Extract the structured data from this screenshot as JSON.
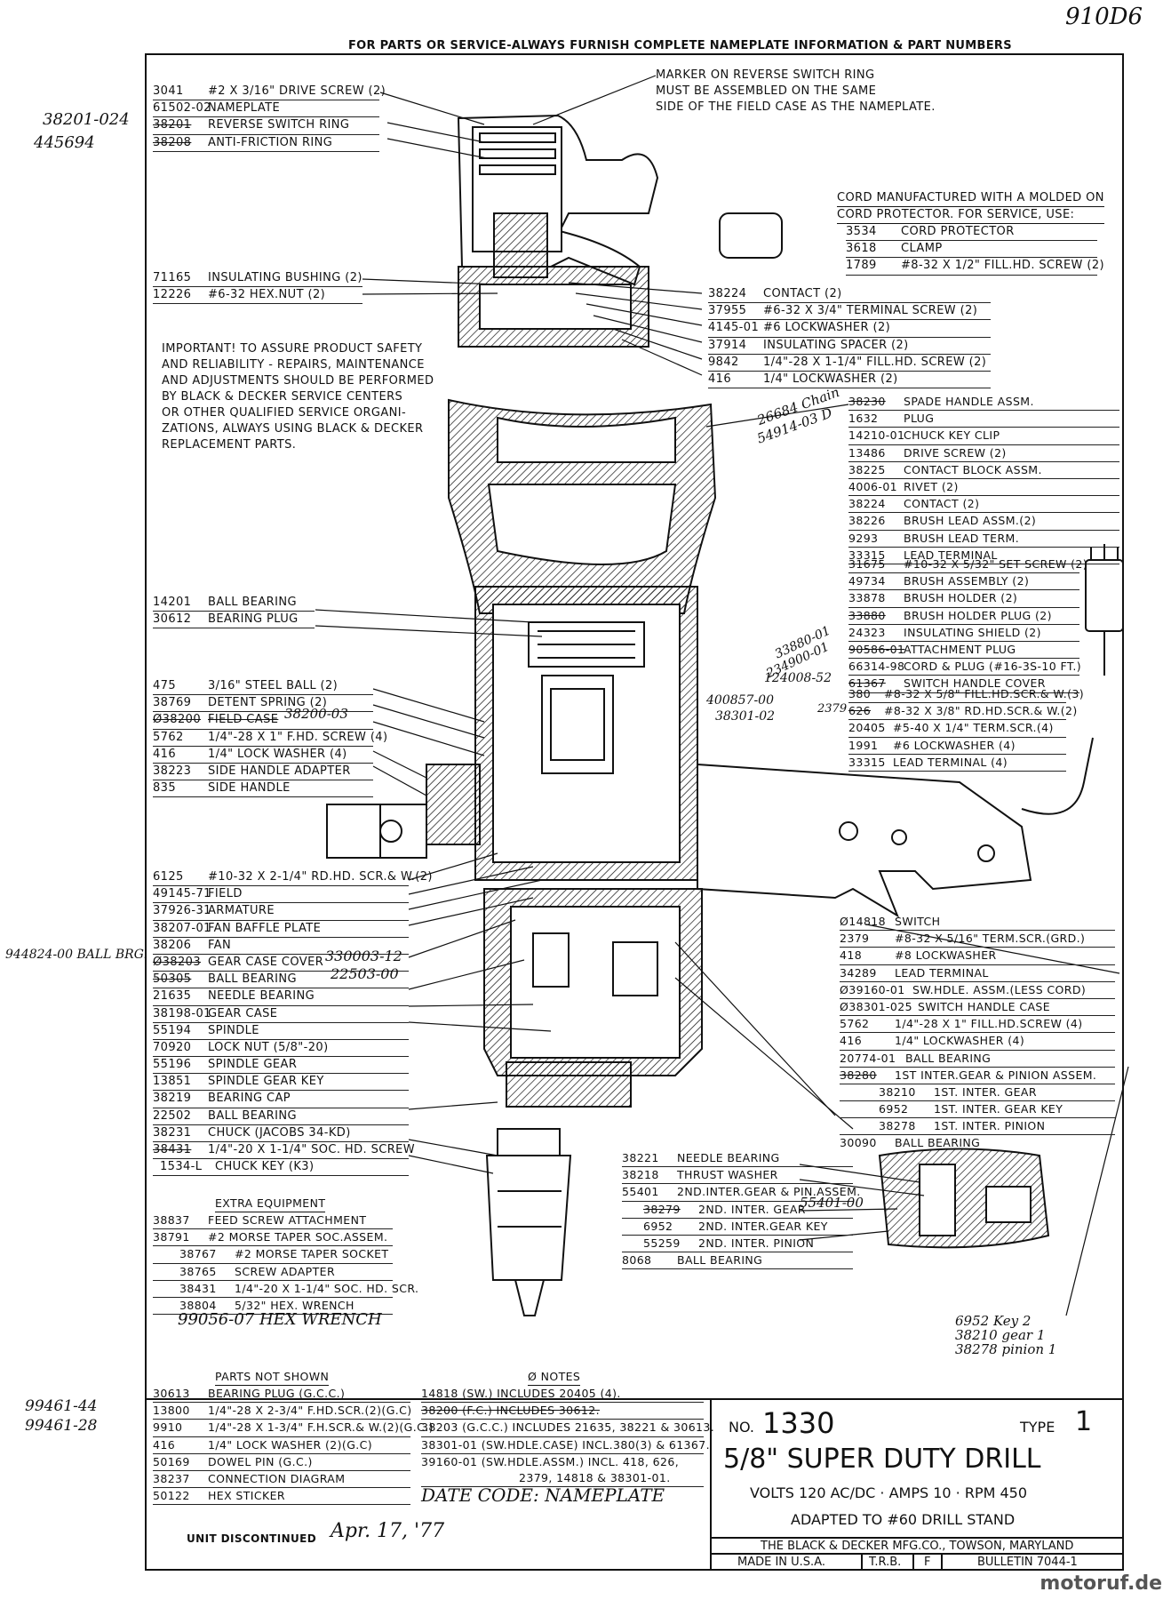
{
  "header": "FOR PARTS OR SERVICE-ALWAYS FURNISH COMPLETE NAMEPLATE INFORMATION & PART NUMBERS",
  "corner_mark": "910D6",
  "top_note": [
    "MARKER ON REVERSE SWITCH RING",
    "MUST BE ASSEMBLED ON THE SAME",
    "SIDE OF THE FIELD CASE AS THE NAMEPLATE."
  ],
  "top_left_parts": [
    {
      "num": "3041",
      "desc": "#2 X 3/16\" DRIVE SCREW (2)",
      "strike": false
    },
    {
      "num": "61502-02",
      "desc": "NAMEPLATE",
      "strike": true
    },
    {
      "num": "38201",
      "desc": "REVERSE SWITCH RING",
      "strike": true
    },
    {
      "num": "38208",
      "desc": "ANTI-FRICTION RING",
      "strike": true
    }
  ],
  "hand_notes": {
    "n1": "38201-024",
    "n2": "445694",
    "n3": "944824-00 BALL BRG.",
    "n4": "99461-44",
    "n5": "99461-28",
    "n6": "99056-07 HEX WRENCH",
    "date_code": "DATE CODE: NAMEPLATE",
    "discontinued": "Apr. 17, '77",
    "chain": "26684 Chain",
    "chain2": "54914-03 D",
    "n7": "33880-01",
    "n8": "234900-01",
    "n9": "124008-52",
    "n10": "400857-00",
    "n11": "38301-02",
    "n12": "2379",
    "gc": "330003-12",
    "ball": "22503-00",
    "fc": "38200-03",
    "g2": "55401-00",
    "key": [
      "6952  Key 2",
      "38210 gear 1",
      "38278 pinion 1"
    ]
  },
  "cord_note": {
    "title1": "CORD MANUFACTURED WITH A MOLDED ON",
    "title2": "CORD PROTECTOR. FOR SERVICE, USE:",
    "items": [
      {
        "num": "3534",
        "desc": "CORD PROTECTOR"
      },
      {
        "num": "3618",
        "desc": "CLAMP"
      },
      {
        "num": "1789",
        "desc": "#8-32 X 1/2\" FILL.HD. SCREW (2)"
      }
    ]
  },
  "bushing_parts": [
    {
      "num": "71165",
      "desc": "INSULATING BUSHING (2)"
    },
    {
      "num": "12226",
      "desc": "#6-32 HEX.NUT (2)"
    }
  ],
  "contact_parts": [
    {
      "num": "38224",
      "desc": "CONTACT (2)"
    },
    {
      "num": "37955",
      "desc": "#6-32 X 3/4\" TERMINAL SCREW (2)"
    },
    {
      "num": "4145-01",
      "desc": "#6 LOCKWASHER (2)"
    },
    {
      "num": "37914",
      "desc": "INSULATING SPACER (2)"
    },
    {
      "num": "9842",
      "desc": "1/4\"-28 X 1-1/4\" FILL.HD. SCREW (2)"
    },
    {
      "num": "416",
      "desc": "1/4\" LOCKWASHER (2)"
    }
  ],
  "important": [
    "IMPORTANT! TO ASSURE PRODUCT SAFETY",
    "AND RELIABILITY - REPAIRS, MAINTENANCE",
    "AND ADJUSTMENTS SHOULD BE PERFORMED",
    "BY BLACK & DECKER SERVICE CENTERS",
    "OR OTHER QUALIFIED SERVICE ORGANI-",
    "ZATIONS, ALWAYS USING BLACK & DECKER",
    "REPLACEMENT PARTS."
  ],
  "right_parts": [
    {
      "num": "38230",
      "desc": "SPADE HANDLE ASSM.",
      "strike": true
    },
    {
      "num": "1632",
      "desc": "PLUG",
      "strike": false
    },
    {
      "num": "14210-01",
      "desc": "CHUCK KEY CLIP",
      "strike": true
    },
    {
      "num": "13486",
      "desc": "DRIVE SCREW (2)",
      "strike": true
    },
    {
      "num": "38225",
      "desc": "CONTACT BLOCK ASSM.",
      "strike": false
    },
    {
      "num": "4006-01",
      "desc": "RIVET (2)",
      "strike": false
    },
    {
      "num": "38224",
      "desc": "CONTACT (2)",
      "strike": false
    },
    {
      "num": "38226",
      "desc": "BRUSH LEAD ASSM.(2)",
      "strike": false
    },
    {
      "num": "9293",
      "desc": "BRUSH LEAD TERM.",
      "strike": false
    },
    {
      "num": "33315",
      "desc": "LEAD TERMINAL",
      "strike": false
    },
    {
      "num": "31675",
      "desc": "#10-32 X 5/32\" SET SCREW (2)",
      "strike": false
    },
    {
      "num": "49734",
      "desc": "BRUSH ASSEMBLY (2)",
      "strike": false
    },
    {
      "num": "33878",
      "desc": "BRUSH HOLDER (2)",
      "strike": false
    },
    {
      "num": "33880",
      "desc": "BRUSH HOLDER PLUG (2)",
      "strike": true
    },
    {
      "num": "24323",
      "desc": "INSULATING SHIELD (2)",
      "strike": false
    },
    {
      "num": "90586-01",
      "desc": "ATTACHMENT PLUG",
      "strike": true
    },
    {
      "num": "66314-98",
      "desc": "CORD & PLUG (#16-3S-10 FT.)",
      "strike": false
    },
    {
      "num": "61367",
      "desc": "SWITCH HANDLE COVER",
      "strike": true
    },
    {
      "num": "380",
      "desc": "#8-32 X 5/8\" FILL.HD.SCR.& W.(3)",
      "strike": false
    },
    {
      "num": "626",
      "desc": "#8-32 X 3/8\" RD.HD.SCR.& W.(2)",
      "strike": true
    },
    {
      "num": "20405",
      "desc": "#5-40 X 1/4\" TERM.SCR.(4)",
      "strike": false
    },
    {
      "num": "1991",
      "desc": "#6 LOCKWASHER (4)",
      "strike": false
    },
    {
      "num": "33315",
      "desc": "LEAD TERMINAL (4)",
      "strike": false
    }
  ],
  "left_mid_parts": [
    {
      "num": "14201",
      "desc": "BALL BEARING",
      "strike": false
    },
    {
      "num": "30612",
      "desc": "BEARING PLUG",
      "strike": false
    }
  ],
  "left_parts": [
    {
      "num": "475",
      "desc": "3/16\" STEEL BALL (2)",
      "strike": false
    },
    {
      "num": "38769",
      "desc": "DETENT SPRING (2)",
      "strike": false
    },
    {
      "num": "Ø38200",
      "desc": "FIELD CASE",
      "strike": true
    },
    {
      "num": "5762",
      "desc": "1/4\"-28 X 1\" F.HD. SCREW (4)",
      "strike": false
    },
    {
      "num": "416",
      "desc": "1/4\" LOCK WASHER (4)",
      "strike": false
    },
    {
      "num": "38223",
      "desc": "SIDE HANDLE ADAPTER",
      "strike": false
    },
    {
      "num": "835",
      "desc": "SIDE HANDLE",
      "strike": false
    }
  ],
  "lower_left_parts": [
    {
      "num": "6125",
      "desc": "#10-32 X 2-1/4\" RD.HD. SCR.& W.(2)",
      "strike": false
    },
    {
      "num": "49145-71",
      "desc": "FIELD",
      "strike": false
    },
    {
      "num": "37926-31",
      "desc": "ARMATURE",
      "strike": false
    },
    {
      "num": "38207-01",
      "desc": "FAN BAFFLE PLATE",
      "strike": false
    },
    {
      "num": "38206",
      "desc": "FAN",
      "strike": true
    },
    {
      "num": "Ø38203",
      "desc": "GEAR CASE COVER",
      "strike": true
    },
    {
      "num": "50305",
      "desc": "BALL BEARING",
      "strike": true
    },
    {
      "num": "21635",
      "desc": "NEEDLE BEARING",
      "strike": false
    },
    {
      "num": "38198-01",
      "desc": "GEAR CASE",
      "strike": false
    },
    {
      "num": "55194",
      "desc": "SPINDLE",
      "strike": true
    },
    {
      "num": "70920",
      "desc": "LOCK NUT (5/8\"-20)",
      "strike": false
    },
    {
      "num": "55196",
      "desc": "SPINDLE GEAR",
      "strike": false
    },
    {
      "num": "13851",
      "desc": "SPINDLE GEAR KEY",
      "strike": false
    },
    {
      "num": "38219",
      "desc": "BEARING CAP",
      "strike": false
    },
    {
      "num": "22502",
      "desc": "BALL BEARING",
      "strike": false
    },
    {
      "num": "38231",
      "desc": "CHUCK (JACOBS 34-KD)",
      "strike": true
    },
    {
      "num": "38431",
      "desc": "1/4\"-20 X 1-1/4\" SOC. HD. SCREW",
      "strike": true
    },
    {
      "num": "1534-L",
      "desc": "CHUCK KEY (K3)",
      "strike": false
    }
  ],
  "switch_parts": [
    {
      "num": "Ø14818",
      "desc": "SWITCH",
      "strike": false
    },
    {
      "num": "2379",
      "desc": "#8-32 X 5/16\" TERM.SCR.(GRD.)",
      "strike": false
    },
    {
      "num": "418",
      "desc": "#8 LOCKWASHER",
      "strike": false
    },
    {
      "num": "34289",
      "desc": "LEAD TERMINAL",
      "strike": false
    },
    {
      "num": "Ø39160-01",
      "desc": "SW.HDLE. ASSM.(LESS CORD)",
      "strike": false
    },
    {
      "num": "Ø38301-025",
      "desc": "SWITCH HANDLE CASE",
      "strike": false
    },
    {
      "num": "5762",
      "desc": "1/4\"-28 X 1\" FILL.HD.SCREW (4)",
      "strike": false
    },
    {
      "num": "416",
      "desc": "1/4\" LOCKWASHER (4)",
      "strike": false
    },
    {
      "num": "20774-01",
      "desc": "BALL BEARING",
      "strike": false
    },
    {
      "num": "38280",
      "desc": "1ST INTER.GEAR & PINION ASSEM.",
      "strike": true
    },
    {
      "num": "38210",
      "desc": "1ST. INTER. GEAR",
      "strike": false
    },
    {
      "num": "6952",
      "desc": "1ST. INTER. GEAR KEY",
      "strike": false
    },
    {
      "num": "38278",
      "desc": "1ST. INTER. PINION",
      "strike": false
    },
    {
      "num": "30090",
      "desc": "BALL BEARING",
      "strike": false
    }
  ],
  "inter_parts": [
    {
      "num": "38221",
      "desc": "NEEDLE BEARING",
      "strike": false
    },
    {
      "num": "38218",
      "desc": "THRUST WASHER",
      "strike": false
    },
    {
      "num": "55401",
      "desc": "2ND.INTER.GEAR & PIN.ASSEM.",
      "strike": false
    },
    {
      "num": "38279",
      "desc": "2ND. INTER. GEAR",
      "strike": true
    },
    {
      "num": "6952",
      "desc": "2ND. INTER.GEAR KEY",
      "strike": false
    },
    {
      "num": "55259",
      "desc": "2ND. INTER. PINION",
      "strike": false
    },
    {
      "num": "8068",
      "desc": "BALL BEARING",
      "strike": false
    }
  ],
  "extra_equipment": {
    "title": "EXTRA EQUIPMENT",
    "items": [
      {
        "num": "38837",
        "desc": "FEED SCREW ATTACHMENT",
        "strike": true
      },
      {
        "num": "38791",
        "desc": "#2 MORSE TAPER SOC.ASSEM.",
        "strike": true
      },
      {
        "num": "38767",
        "desc": "#2 MORSE TAPER SOCKET",
        "strike": true
      },
      {
        "num": "38765",
        "desc": "SCREW ADAPTER",
        "strike": true
      },
      {
        "num": "38431",
        "desc": "1/4\"-20 X 1-1/4\" SOC. HD. SCR.",
        "strike": false
      },
      {
        "num": "38804",
        "desc": "5/32\" HEX. WRENCH",
        "strike": true
      }
    ]
  },
  "parts_not_shown": {
    "title": "PARTS NOT SHOWN",
    "items": [
      {
        "num": "30613",
        "desc": "BEARING PLUG (G.C.C.)",
        "strike": false
      },
      {
        "num": "13800",
        "desc": "1/4\"-28 X 2-3/4\" F.HD.SCR.(2)(G.C)",
        "strike": true
      },
      {
        "num": "9910",
        "desc": "1/4\"-28 X 1-3/4\" F.H.SCR.& W.(2)(G.C.)",
        "strike": true
      },
      {
        "num": "416",
        "desc": "1/4\" LOCK WASHER (2)(G.C)",
        "strike": false
      },
      {
        "num": "50169",
        "desc": "DOWEL PIN (G.C.)",
        "strike": false
      },
      {
        "num": "38237",
        "desc": "CONNECTION DIAGRAM",
        "strike": false
      },
      {
        "num": "50122",
        "desc": "HEX STICKER",
        "strike": true
      }
    ]
  },
  "notes": {
    "title": "Ø NOTES",
    "items": [
      {
        "text": "14818 (SW.) INCLUDES 20405 (4).",
        "strike": false
      },
      {
        "text": "38200 (F.C.) INCLUDES 30612.",
        "strike": true
      },
      {
        "text": "38203 (G.C.C.) INCLUDES 21635, 38221 & 30613.",
        "strike": false
      },
      {
        "text": "38301-01 (SW.HDLE.CASE) INCL.380(3) & 61367.",
        "strike": false
      },
      {
        "text": "39160-01 (SW.HDLE.ASSM.) INCL. 418, 626,",
        "strike": false
      },
      {
        "text": "2379, 14818 & 38301-01.",
        "strike": false
      }
    ]
  },
  "title_block": {
    "no_label": "NO.",
    "model": "1330",
    "type_label": "TYPE",
    "type": "1",
    "name": "5/8\" SUPER DUTY DRILL",
    "specs": "VOLTS 120 AC/DC · AMPS 10 · RPM 450",
    "adapted": "ADAPTED TO #60 DRILL STAND",
    "maker": "THE BLACK & DECKER MFG.CO., TOWSON, MARYLAND",
    "made": "MADE IN U.S.A.",
    "trb": "T.R.B.",
    "f": "F",
    "bulletin": "BULLETIN 7044-1"
  },
  "unit_discontinued": "UNIT DISCONTINUED",
  "watermark": "motoruf.de"
}
